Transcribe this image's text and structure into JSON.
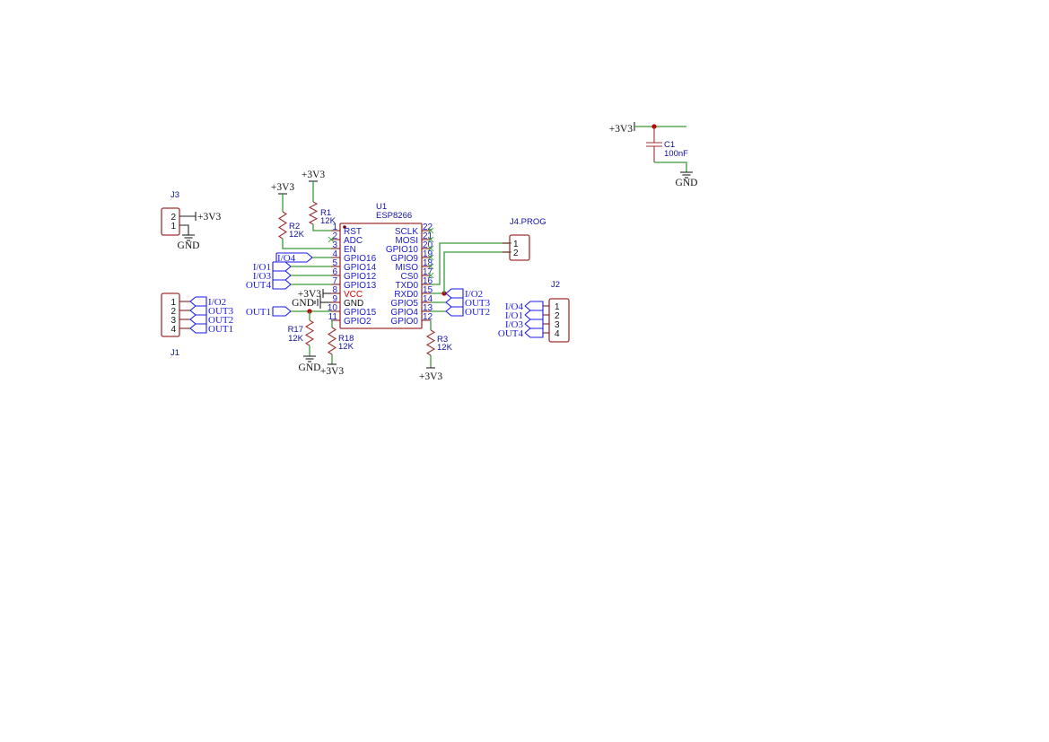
{
  "u1": {
    "ref": "U1",
    "value": "ESP8266",
    "left_pins": [
      {
        "num": "1",
        "name": "RST"
      },
      {
        "num": "2",
        "name": "ADC"
      },
      {
        "num": "3",
        "name": "EN"
      },
      {
        "num": "4",
        "name": "GPIO16"
      },
      {
        "num": "5",
        "name": "GPIO14"
      },
      {
        "num": "6",
        "name": "GPIO12"
      },
      {
        "num": "7",
        "name": "GPIO13"
      },
      {
        "num": "8",
        "name": "VCC"
      },
      {
        "num": "9",
        "name": "GND"
      },
      {
        "num": "10",
        "name": "GPIO15"
      },
      {
        "num": "11",
        "name": "GPIO2"
      }
    ],
    "right_pins": [
      {
        "num": "22",
        "name": "SCLK"
      },
      {
        "num": "21",
        "name": "MOSI"
      },
      {
        "num": "20",
        "name": "GPIO10"
      },
      {
        "num": "19",
        "name": "GPIO9"
      },
      {
        "num": "18",
        "name": "MISO"
      },
      {
        "num": "17",
        "name": "CS0"
      },
      {
        "num": "16",
        "name": "TXD0"
      },
      {
        "num": "15",
        "name": "RXD0"
      },
      {
        "num": "14",
        "name": "GPIO5"
      },
      {
        "num": "13",
        "name": "GPIO4"
      },
      {
        "num": "12",
        "name": "GPIO0"
      }
    ],
    "vcc_color": "#e00000"
  },
  "resistors": [
    {
      "ref": "R1",
      "value": "12K",
      "power": "+3V3"
    },
    {
      "ref": "R2",
      "value": "12K",
      "power": "+3V3"
    },
    {
      "ref": "R17",
      "value": "12K",
      "power": "GND"
    },
    {
      "ref": "R18",
      "value": "12K",
      "power": "+3V3"
    },
    {
      "ref": "R3",
      "value": "12K",
      "power": "+3V3"
    }
  ],
  "capacitor": {
    "ref": "C1",
    "value": "100nF",
    "top_power": "+3V3",
    "bottom_power": "GND"
  },
  "u1_power": {
    "vcc": "+3V3",
    "gnd": "GND"
  },
  "u1_left_labels": [
    "I/O4",
    "I/O1",
    "I/O3",
    "OUT4",
    "OUT1"
  ],
  "u1_right_labels": [
    "I/O2",
    "OUT3",
    "OUT2"
  ],
  "connectors": {
    "j1": {
      "ref": "J1",
      "pins": [
        "1",
        "2",
        "3",
        "4"
      ],
      "labels": [
        "I/O2",
        "OUT3",
        "OUT2",
        "OUT1"
      ]
    },
    "j2": {
      "ref": "J2",
      "pins": [
        "1",
        "2",
        "3",
        "4"
      ],
      "labels": [
        "I/O4",
        "I/O1",
        "I/O3",
        "OUT4"
      ]
    },
    "j3": {
      "ref": "J3",
      "pins": [
        "2",
        "1"
      ],
      "power": [
        "+3V3",
        "GND"
      ]
    },
    "j4": {
      "ref": "J4.PROG",
      "pins": [
        "1",
        "2"
      ]
    }
  },
  "colors": {
    "wire": "#3a9a3a",
    "component": "#a03030",
    "label": "#1a1aee",
    "junction": "#c00000"
  }
}
